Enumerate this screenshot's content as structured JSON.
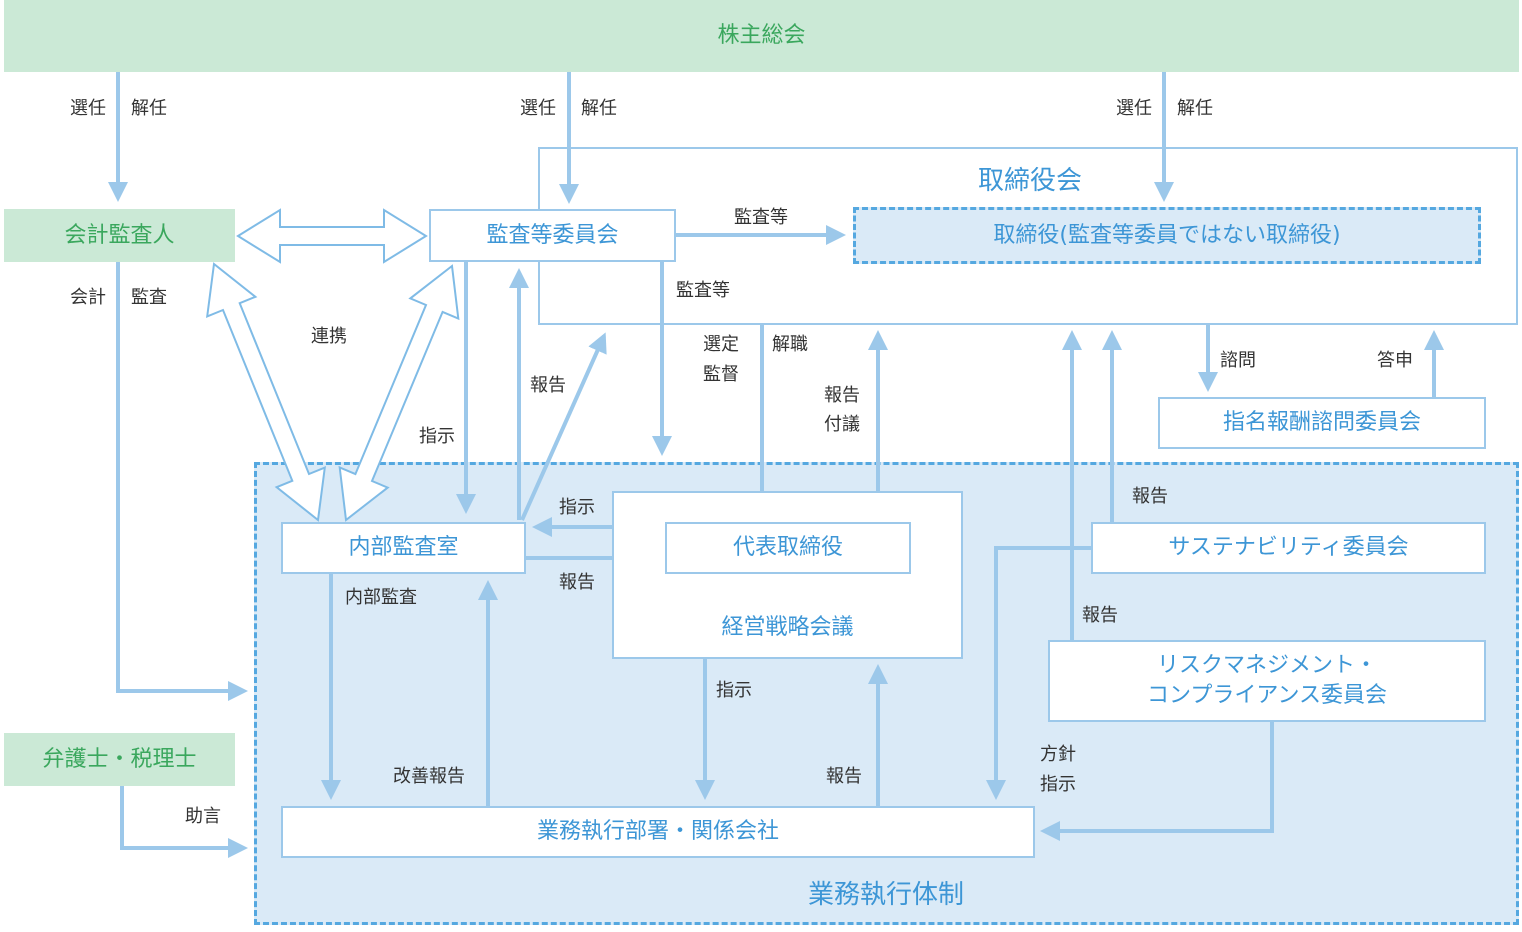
{
  "nodes": {
    "shareholders": "株主総会",
    "accounting_auditor": "会計監査人",
    "lawyers": "弁護士・税理士",
    "board_title": "取締役会",
    "audit_committee": "監査等委員会",
    "directors": "取締役(監査等委員ではない取締役)",
    "internal_audit": "内部監査室",
    "representative": "代表取締役",
    "mgmt_meeting": "経営戦略会議",
    "sustainability": "サステナビリティ委員会",
    "risk_line1": "リスクマネジメント・",
    "risk_line2": "コンプライアンス委員会",
    "nomination": "指名報酬諮問委員会",
    "business_units": "業務執行部署・関係会社",
    "exec_title": "業務執行体制"
  },
  "labels": {
    "elect_1": "選任",
    "dismiss_1": "解任",
    "elect_2": "選任",
    "dismiss_2": "解任",
    "elect_3": "選任",
    "dismiss_3": "解任",
    "accounting": "会計",
    "audit": "監査",
    "liaison": "連携",
    "audit_etc_1": "監査等",
    "audit_etc_2": "監査等",
    "report_1": "報告",
    "instruct_1": "指示",
    "select": "選定",
    "supervise": "監督",
    "remove": "解職",
    "report_submit_1": "報告",
    "report_submit_2": "付議",
    "consult": "諮問",
    "answer": "答申",
    "instruct_2": "指示",
    "report_2": "報告",
    "report_3": "報告",
    "report_4": "報告",
    "internal_audit_act": "内部監査",
    "instruct_3": "指示",
    "improve_report": "改善報告",
    "report_5": "報告",
    "policy": "方針",
    "instruct_4": "指示",
    "advice": "助言"
  }
}
